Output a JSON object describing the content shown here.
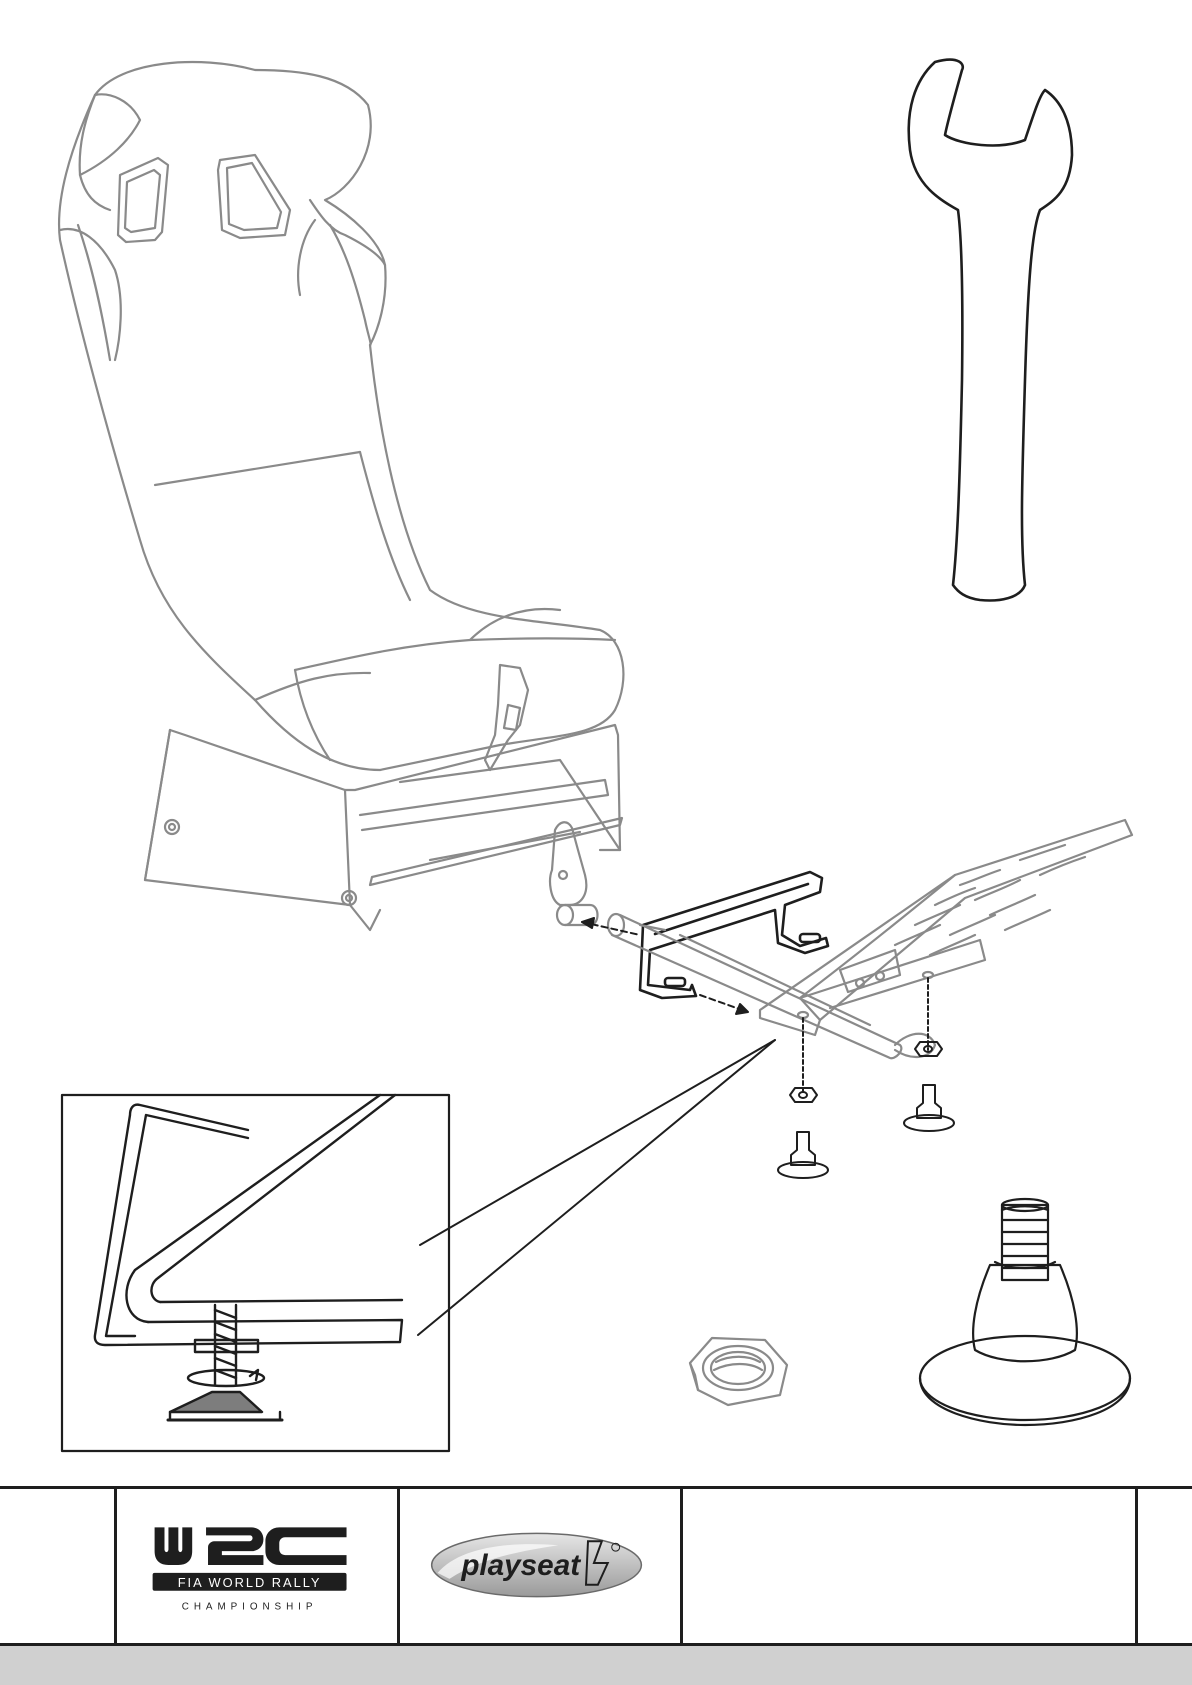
{
  "logos": {
    "wrc": {
      "main": "WRC",
      "sub": "FIA WORLD RALLY",
      "tag": "CHAMPIONSHIP"
    },
    "playseat": {
      "name": "playseat"
    }
  },
  "colors": {
    "line_dark": "#1e1e1e",
    "line_grey": "#8a8a8a",
    "band_grey": "#d0d0d0",
    "pad_grey": "#7d7d7d"
  }
}
